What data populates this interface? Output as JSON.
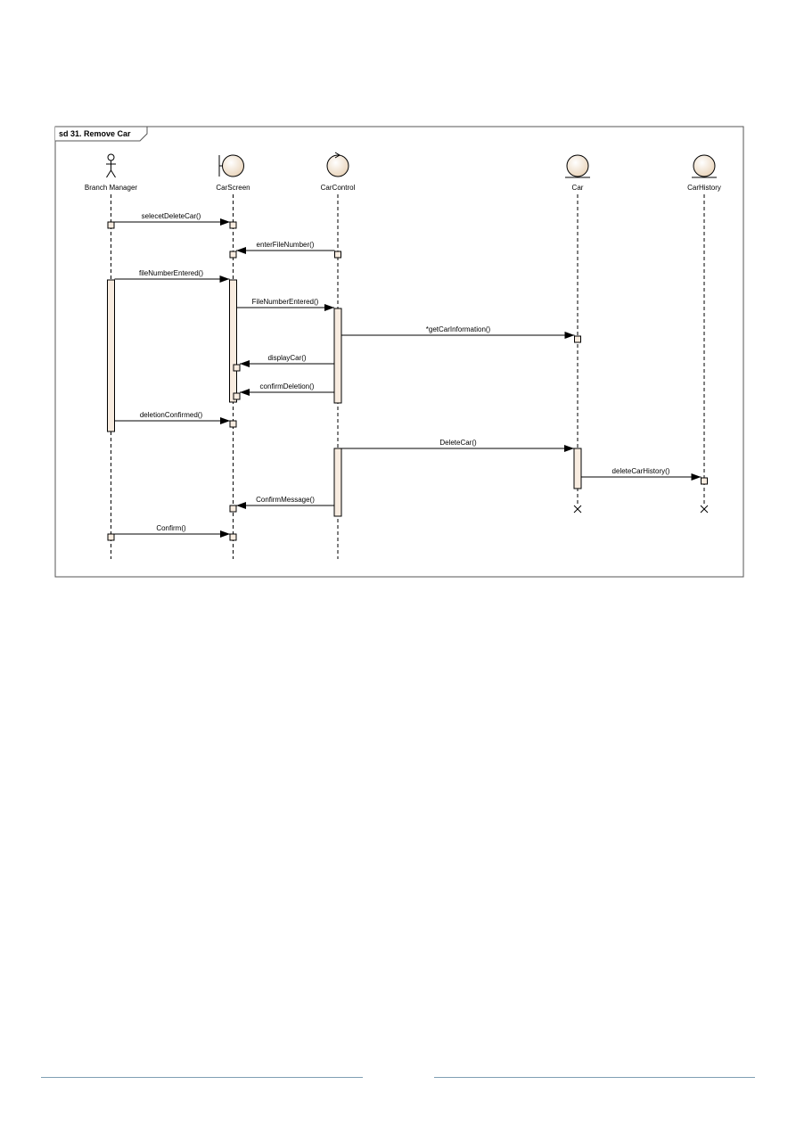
{
  "frame": {
    "title": "sd 31. Remove Car"
  },
  "participants": [
    {
      "id": "bm",
      "name": "Branch Manager",
      "kind": "actor"
    },
    {
      "id": "cs",
      "name": "CarScreen",
      "kind": "boundary"
    },
    {
      "id": "cc",
      "name": "CarControl",
      "kind": "control"
    },
    {
      "id": "car",
      "name": "Car",
      "kind": "entity"
    },
    {
      "id": "ch",
      "name": "CarHistory",
      "kind": "entity"
    }
  ],
  "messages": [
    {
      "label": "selecetDeleteCar()",
      "from": "bm",
      "to": "cs"
    },
    {
      "label": "enterFileNumber()",
      "from": "cc",
      "to": "cs"
    },
    {
      "label": "fileNumberEntered()",
      "from": "bm",
      "to": "cs"
    },
    {
      "label": "FileNumberEntered()",
      "from": "cs",
      "to": "cc"
    },
    {
      "label": "*getCarInformation()",
      "from": "cc",
      "to": "car"
    },
    {
      "label": "displayCar()",
      "from": "cc",
      "to": "cs"
    },
    {
      "label": "confirmDeletion()",
      "from": "cc",
      "to": "cs"
    },
    {
      "label": "deletionConfirmed()",
      "from": "bm",
      "to": "cs"
    },
    {
      "label": "DeleteCar()",
      "from": "cc",
      "to": "car"
    },
    {
      "label": "deleteCarHistory()",
      "from": "car",
      "to": "ch"
    },
    {
      "label": "ConfirmMessage()",
      "from": "cc",
      "to": "cs"
    },
    {
      "label": "Confirm()",
      "from": "bm",
      "to": "cs"
    }
  ],
  "destroyed": [
    "car",
    "ch"
  ],
  "colors": {
    "activation_fill": "#f8ece0",
    "participant_fill": "#f6e6d2",
    "line": "#000000",
    "frame": "#555555",
    "footer_rule": "#7f9fb4"
  }
}
